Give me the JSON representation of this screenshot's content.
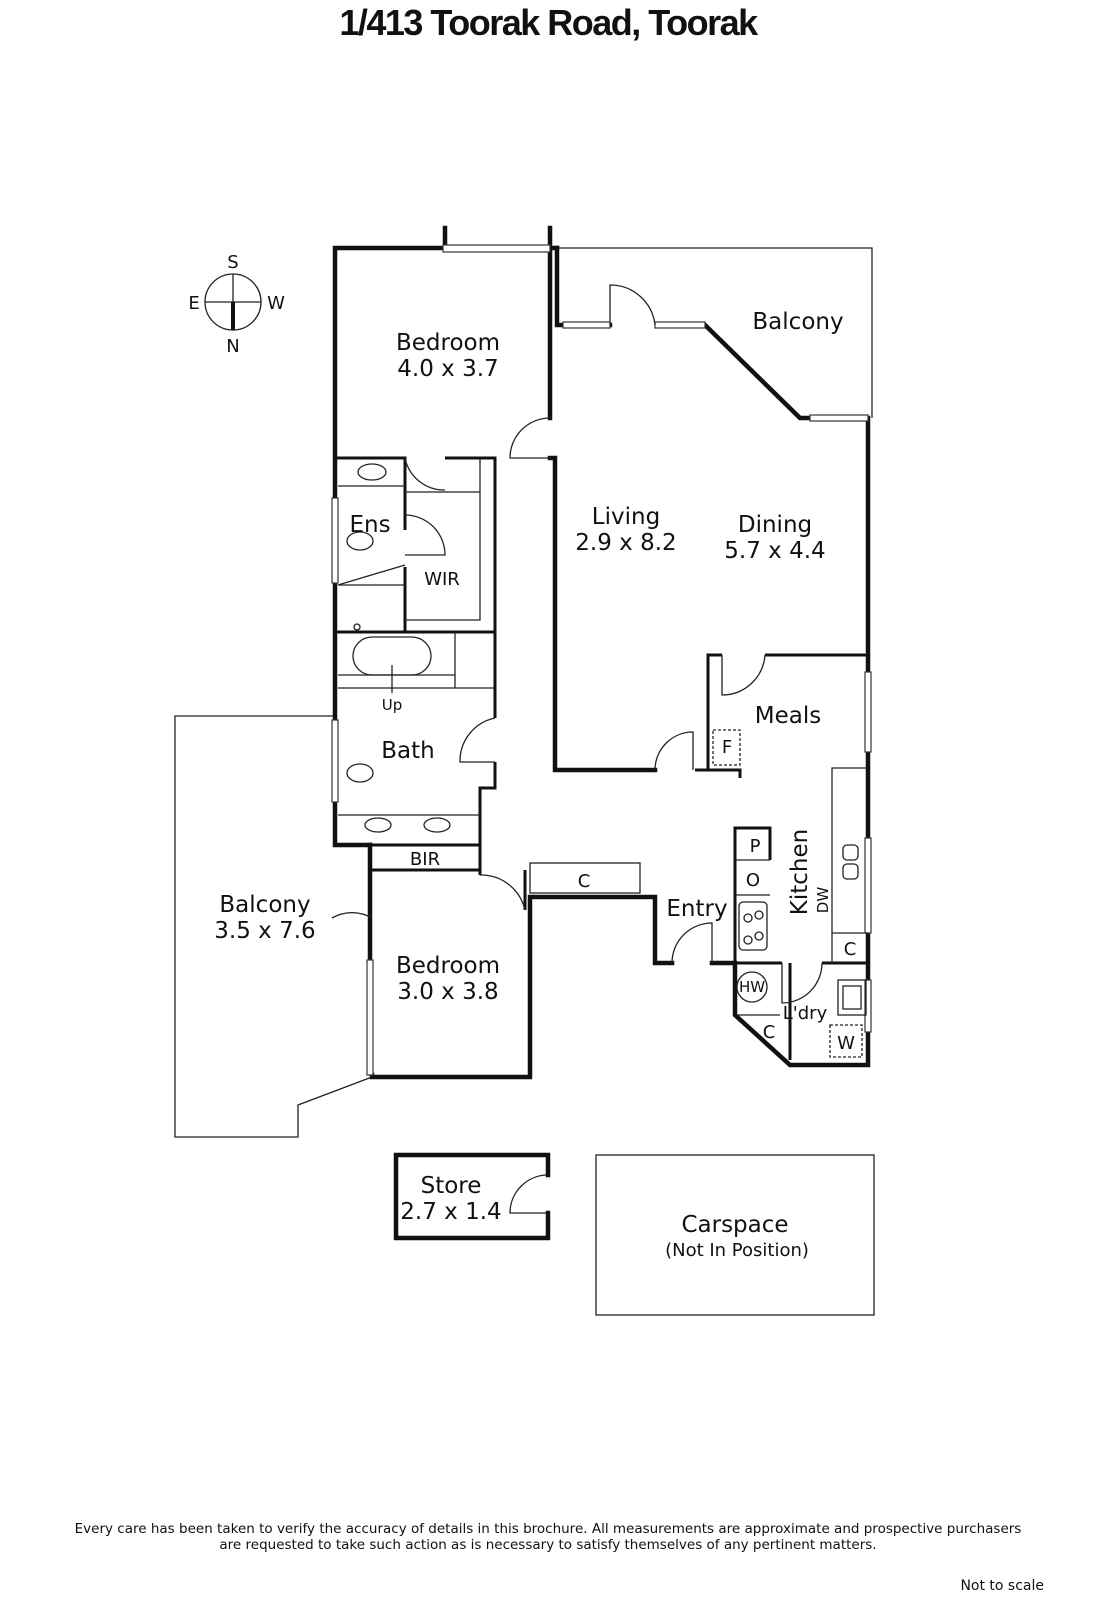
{
  "title": "1/413 Toorak Road, Toorak",
  "compass": {
    "s": "S",
    "w": "W",
    "e": "E",
    "n": "N"
  },
  "rooms": {
    "bedroom1": {
      "name": "Bedroom",
      "dims": "4.0 x 3.7"
    },
    "balcony_top": {
      "name": "Balcony"
    },
    "living": {
      "name": "Living",
      "dims": "2.9 x 8.2"
    },
    "dining": {
      "name": "Dining",
      "dims": "5.7 x 4.4"
    },
    "ens": {
      "name": "Ens"
    },
    "wir": {
      "name": "WIR"
    },
    "up": {
      "name": "Up"
    },
    "bath": {
      "name": "Bath"
    },
    "meals": {
      "name": "Meals"
    },
    "fridge": {
      "name": "F"
    },
    "bir": {
      "name": "BIR"
    },
    "cupboard_hall": {
      "name": "C"
    },
    "balcony_left": {
      "name": "Balcony",
      "dims": "3.5 x 7.6"
    },
    "bedroom2": {
      "name": "Bedroom",
      "dims": "3.0 x 3.8"
    },
    "entry": {
      "name": "Entry"
    },
    "kitchen": {
      "name": "Kitchen"
    },
    "dishwasher": {
      "name": "DW"
    },
    "pantry": {
      "name": "P"
    },
    "oven": {
      "name": "O"
    },
    "cupboard_kitchen": {
      "name": "C"
    },
    "hot_water": {
      "name": "HW"
    },
    "laundry": {
      "name": "L'dry"
    },
    "cupboard_laundry": {
      "name": "C"
    },
    "washer": {
      "name": "W"
    },
    "store": {
      "name": "Store",
      "dims": "2.7 x 1.4"
    },
    "carspace": {
      "name": "Carspace",
      "note": "(Not In Position)"
    }
  },
  "footer": {
    "line1": "Every care has been taken to verify the accuracy of details in this brochure.  All measurements are approximate and prospective purchasers",
    "line2": "are requested to take such action as is necessary to satisfy themselves of any pertinent matters.",
    "not_to_scale": "Not to scale"
  }
}
